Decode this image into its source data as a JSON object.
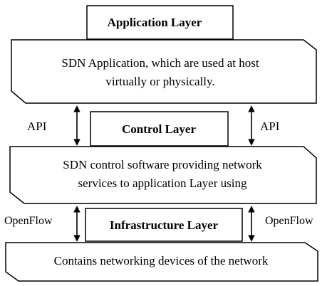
{
  "diagram": {
    "application": {
      "title": "Application Layer",
      "desc_line1": "SDN Application, which are used at host",
      "desc_line2": "virtually or physically."
    },
    "control": {
      "title": "Control Layer",
      "desc_line1": "SDN control software providing network",
      "desc_line2": "services to application Layer using"
    },
    "infrastructure": {
      "title": "Infrastructure Layer",
      "desc_line1": "Contains networking devices of the network"
    },
    "links": {
      "api_left": "API",
      "api_right": "API",
      "openflow_left": "OpenFlow",
      "openflow_right": "OpenFlow"
    }
  }
}
